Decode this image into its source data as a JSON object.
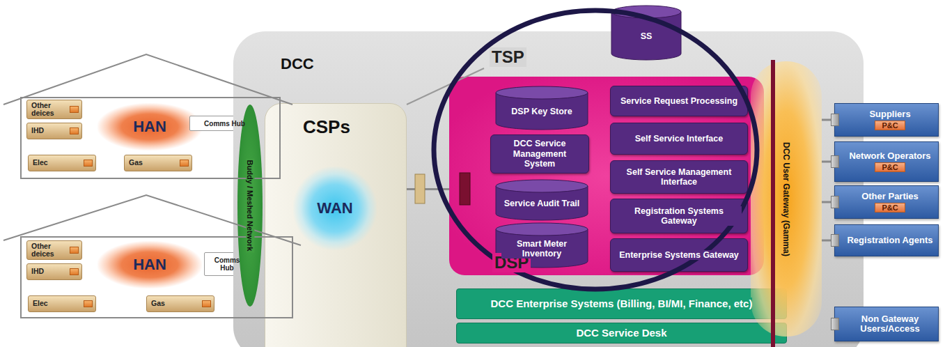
{
  "diagram": {
    "nodes": [
      {
        "text": [
          "Other deices"
        ]
      },
      {
        "text": [
          "HAN"
        ]
      },
      {
        "text": [
          "Comms Hub"
        ]
      },
      {
        "text": [
          "IHD"
        ]
      },
      {
        "text": [
          "Elec"
        ]
      },
      {
        "text": [
          "Gas"
        ]
      },
      {
        "text": [
          "Other deices"
        ]
      },
      {
        "text": [
          "HAN"
        ]
      },
      {
        "text": [
          "Comms Hub"
        ]
      },
      {
        "text": [
          "IHD"
        ]
      },
      {
        "text": [
          "Elec"
        ]
      },
      {
        "text": [
          "Gas"
        ]
      },
      {
        "text": [
          "DCC"
        ]
      },
      {
        "text": [
          "CSPs"
        ],
        "in": 12
      },
      {
        "text": [
          "WAN"
        ],
        "in": 13
      },
      {
        "text": [
          "Buddy / Meshed Network"
        ]
      },
      {
        "text": [
          "DSP"
        ],
        "in": 12
      },
      {
        "text": [
          "SS"
        ],
        "in": 12
      },
      {
        "text": [
          "DSP Key Store"
        ],
        "in": 16
      },
      {
        "text": [
          "DCC Service Management System"
        ],
        "in": 16
      },
      {
        "text": [
          "Service Audit Trail"
        ],
        "in": 16
      },
      {
        "text": [
          "Smart Meter Inventory"
        ],
        "in": 16
      },
      {
        "text": [
          "Service Request Processing"
        ],
        "in": 16
      },
      {
        "text": [
          "Self Service Interface"
        ],
        "in": 16
      },
      {
        "text": [
          "Self Service Management Interface"
        ],
        "in": 16
      },
      {
        "text": [
          "Registration Systems Gateway"
        ],
        "in": 16
      },
      {
        "text": [
          "Enterprise Systems Gateway"
        ],
        "in": 16
      },
      {
        "text": [
          "DCC Enterprise Systems (Billing, BI/MI, Finance, etc)"
        ],
        "in": 12
      },
      {
        "text": [
          "DCC Service Desk"
        ],
        "in": 12
      },
      {
        "text": [
          "DCC User Gateway (Gamma)"
        ],
        "in": 12
      },
      {
        "text": [
          "Suppliers",
          "P&C"
        ]
      },
      {
        "text": [
          "Network Operators",
          "P&C"
        ]
      },
      {
        "text": [
          "Other Parties",
          "P&C"
        ]
      },
      {
        "text": [
          "Registration Agents"
        ]
      },
      {
        "text": [
          "Non Gateway Users/Access"
        ]
      }
    ],
    "edges": [
      {
        "from": 13,
        "to": 16,
        "arrow": "none"
      },
      {
        "from": 29,
        "to": 30,
        "arrow": "none"
      },
      {
        "from": 29,
        "to": 31,
        "arrow": "none"
      },
      {
        "from": 29,
        "to": 32,
        "arrow": "none"
      },
      {
        "from": 29,
        "to": 33,
        "arrow": "none"
      }
    ],
    "labels": [
      "TSP"
    ]
  }
}
